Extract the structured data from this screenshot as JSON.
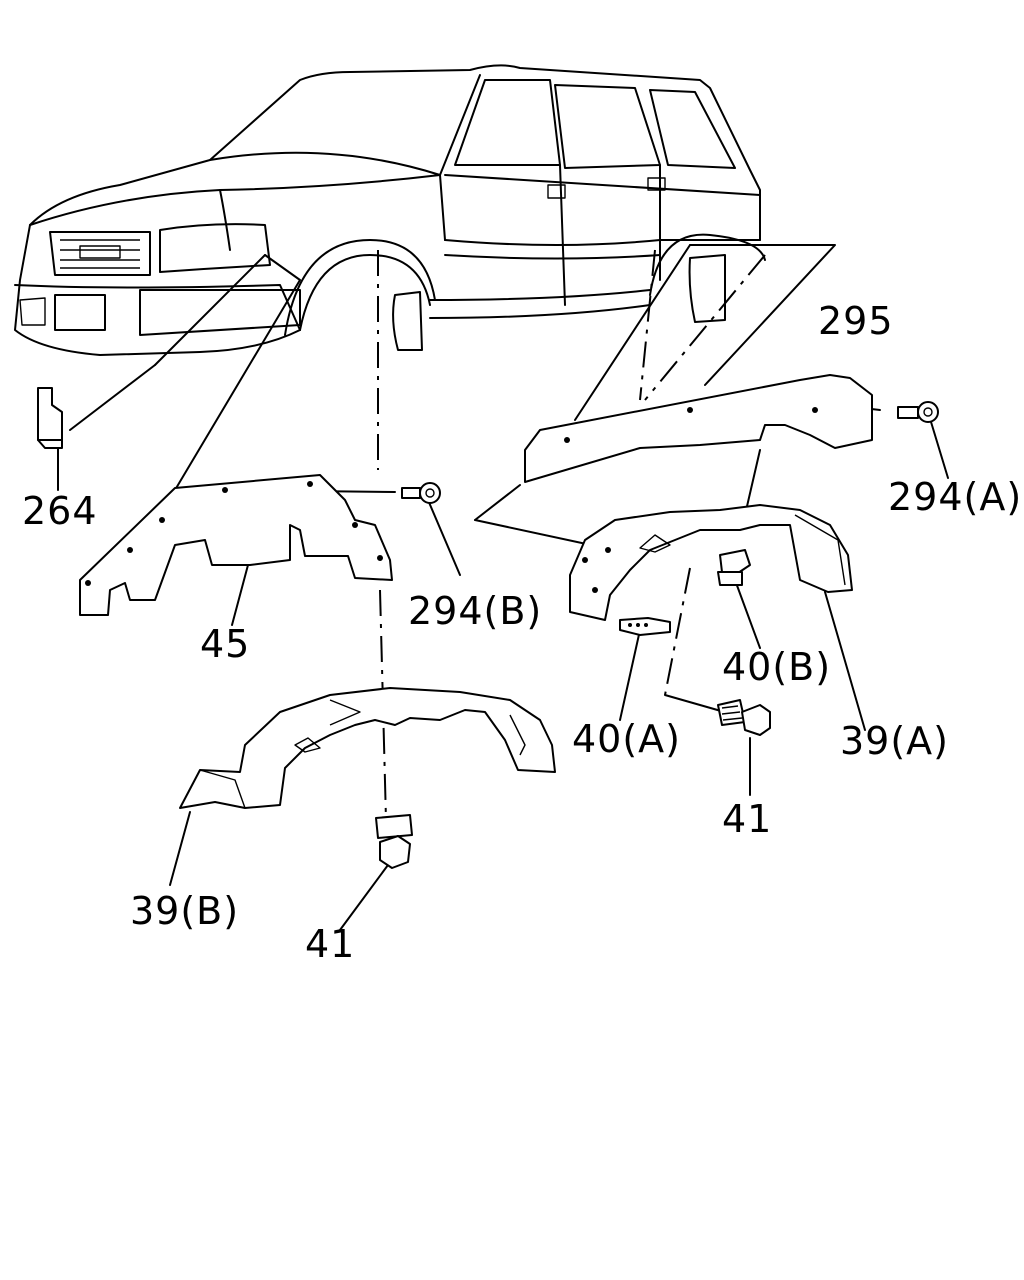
{
  "callouts": {
    "c264": "264",
    "c45": "45",
    "c294b": "294(B)",
    "c295": "295",
    "c294a": "294(A)",
    "c40b": "40(B)",
    "c40a": "40(A)",
    "c39a": "39(A)",
    "c41_right": "41",
    "c39b": "39(B)",
    "c41_left": "41"
  },
  "colors": {
    "line": "#000000",
    "background": "#ffffff"
  }
}
